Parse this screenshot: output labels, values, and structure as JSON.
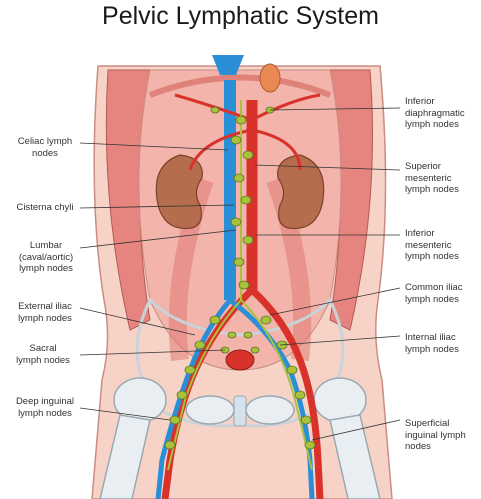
{
  "title": "Pelvic Lymphatic System",
  "colors": {
    "skin": "#f7d3c7",
    "muscle": "#e6857f",
    "artery": "#d9322b",
    "vein": "#2a8fd6",
    "node": "#a8c23b",
    "bone": "#e9eef2",
    "kidney": "#b56d4e"
  },
  "labels_left": {
    "celiac": "Celiac lymph\nnodes",
    "cisterna": "Cisterna chyli",
    "lumbar": "Lumbar\n(caval/aortic)\nlymph nodes",
    "external_iliac": "External iliac\nlymph nodes",
    "sacral": "Sacral\nlymph nodes",
    "deep_inguinal": "Deep inguinal\nlymph nodes"
  },
  "labels_right": {
    "inferior_diaphragmatic": "Inferior\ndiaphragmatic\nlymph nodes",
    "superior_mesenteric": "Superior\nmesenteric\nlymph nodes",
    "inferior_mesenteric": "Inferior\nmesenteric\nlymph nodes",
    "common_iliac": "Common iliac\nlymph nodes",
    "internal_iliac": "Internal iliac\nlymph nodes",
    "superficial_inguinal": "Superficial\ninguinal lymph\nnodes"
  }
}
